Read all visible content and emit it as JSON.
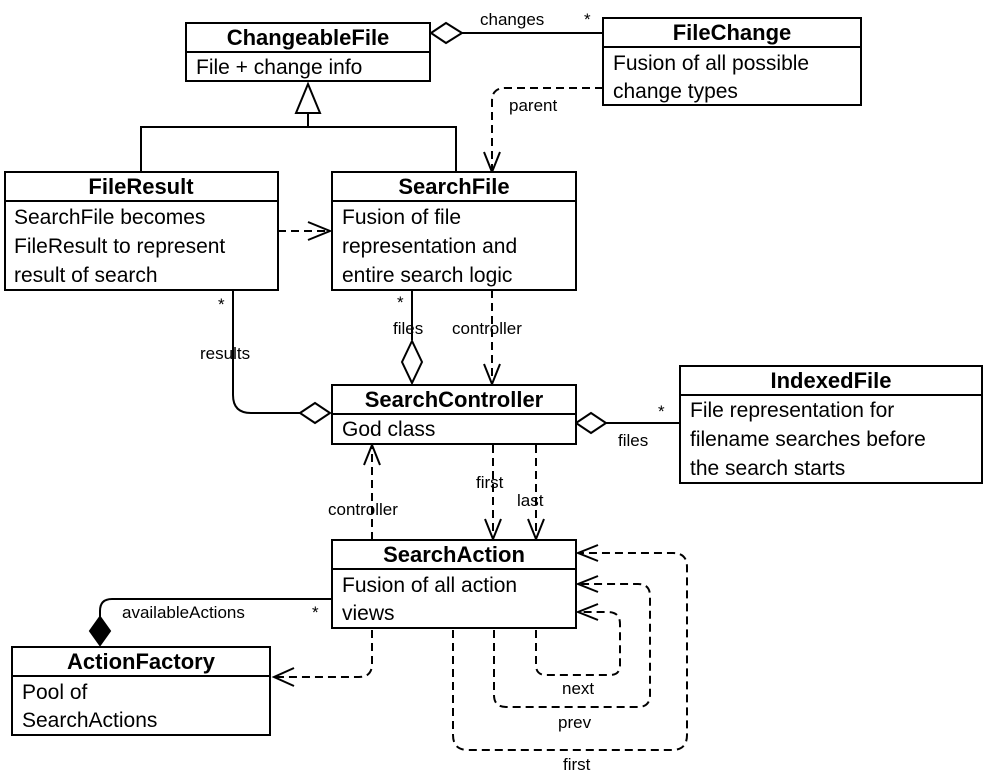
{
  "classes": {
    "changeable_file": {
      "name": "ChangeableFile",
      "lines": [
        "File + change info"
      ]
    },
    "file_change": {
      "name": "FileChange",
      "lines": [
        "Fusion of all possible",
        "change types"
      ]
    },
    "file_result": {
      "name": "FileResult",
      "lines": [
        "SearchFile becomes",
        "FileResult to represent",
        "result of search"
      ]
    },
    "search_file": {
      "name": "SearchFile",
      "lines": [
        "Fusion of file",
        "representation and",
        "entire search logic"
      ]
    },
    "search_controller": {
      "name": "SearchController",
      "lines": [
        "God class"
      ]
    },
    "indexed_file": {
      "name": "IndexedFile",
      "lines": [
        "File representation for",
        "filename searches before",
        "the search starts"
      ]
    },
    "search_action": {
      "name": "SearchAction",
      "lines": [
        "Fusion of all action",
        "views"
      ]
    },
    "action_factory": {
      "name": "ActionFactory",
      "lines": [
        "Pool of",
        "SearchActions"
      ]
    }
  },
  "labels": {
    "changes": "changes",
    "changes_mult": "*",
    "parent": "parent",
    "results": "results",
    "results_mult": "*",
    "files_searchfile": "files",
    "files_searchfile_mult": "*",
    "controller_searchfile": "controller",
    "files_indexed": "files",
    "files_indexed_mult": "*",
    "controller_action": "controller",
    "first_action": "first",
    "last_action": "last",
    "available_actions": "availableActions",
    "available_actions_mult": "*",
    "next": "next",
    "prev": "prev",
    "first_loop": "first"
  }
}
